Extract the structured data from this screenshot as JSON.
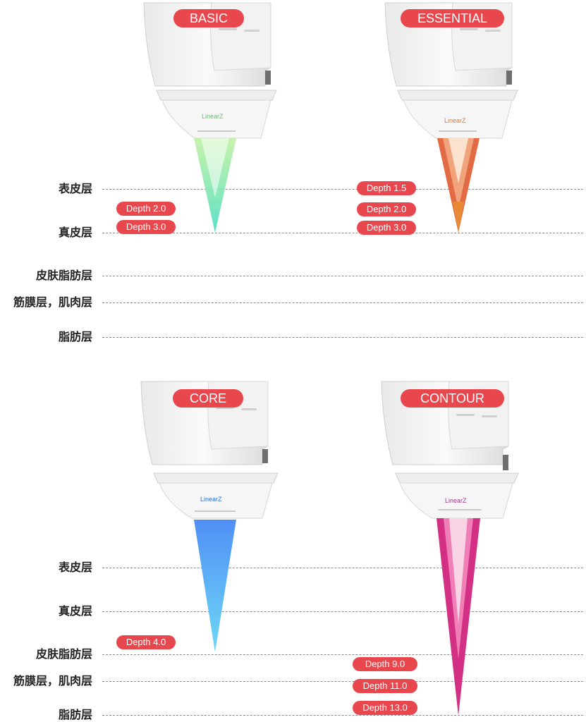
{
  "layers": [
    "表皮层",
    "真皮层",
    "皮肤脂肪层",
    "筋膜层，肌肉层",
    "脂肪层"
  ],
  "brand": "LinearZ",
  "panels": [
    {
      "mode": "BASIC",
      "color": "#5cc95c",
      "depths": [
        "Depth 2.0",
        "Depth 3.0"
      ]
    },
    {
      "mode": "ESSENTIAL",
      "color": "#e07b39",
      "depths": [
        "Depth 1.5",
        "Depth 2.0",
        "Depth 3.0"
      ]
    },
    {
      "mode": "CORE",
      "color": "#2a6fd6",
      "depths": [
        "Depth 4.0"
      ]
    },
    {
      "mode": "CONTOUR",
      "color": "#9b3a8c",
      "depths": [
        "Depth 9.0",
        "Depth 11.0",
        "Depth 13.0"
      ]
    }
  ],
  "colors": {
    "accent": "#e8474d"
  }
}
